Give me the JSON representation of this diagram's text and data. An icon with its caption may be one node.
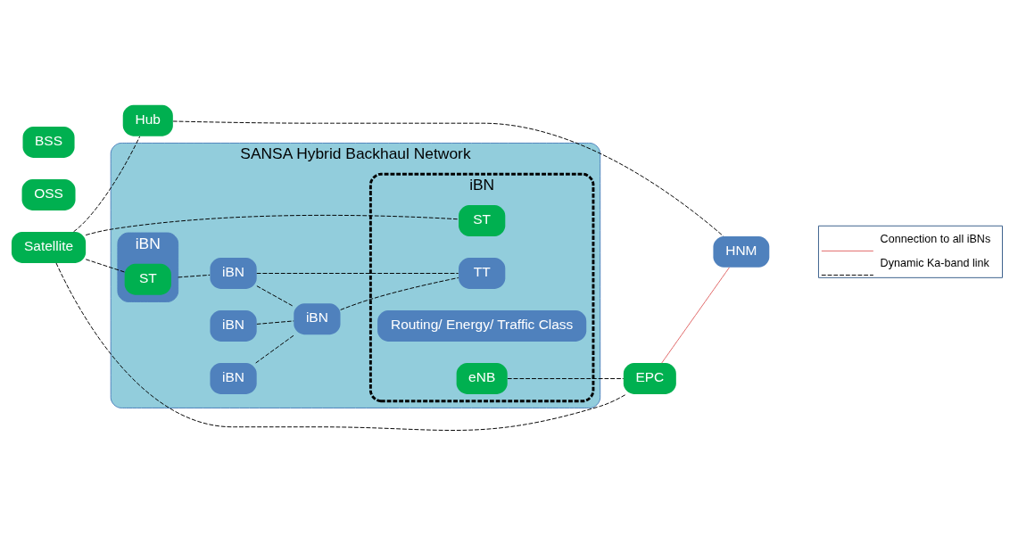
{
  "diagram": {
    "nodes": [
      {
        "text": [
          "Satellite"
        ]
      },
      {
        "text": [
          "OSS"
        ]
      },
      {
        "text": [
          "BSS"
        ]
      },
      {
        "text": [
          "Hub"
        ]
      },
      {
        "text": [
          "SANSA Hybrid Backhaul Network"
        ]
      },
      {
        "text": [
          "iBN"
        ],
        "in": 4
      },
      {
        "text": [
          "ST"
        ],
        "in": 5
      },
      {
        "text": [
          "iBN"
        ],
        "in": 4
      },
      {
        "text": [
          "iBN"
        ],
        "in": 4
      },
      {
        "text": [
          "iBN"
        ],
        "in": 4
      },
      {
        "text": [
          "iBN"
        ],
        "in": 4
      },
      {
        "text": [
          "iBN"
        ],
        "in": 4
      },
      {
        "text": [
          "ST"
        ],
        "in": 11
      },
      {
        "text": [
          "TT"
        ],
        "in": 11
      },
      {
        "text": [
          "Routing/ Energy/ Traffic Class"
        ],
        "in": 11
      },
      {
        "text": [
          "eNB"
        ],
        "in": 11
      },
      {
        "text": [
          "EPC"
        ]
      },
      {
        "text": [
          "HNM"
        ]
      }
    ],
    "edges": [
      {
        "from": 0,
        "to": 6,
        "arrow": "none",
        "style": "dashed"
      },
      {
        "from": 0,
        "to": 12,
        "arrow": "none",
        "style": "dashed"
      },
      {
        "from": 0,
        "to": 16,
        "arrow": "none",
        "style": "dashed"
      },
      {
        "from": 0,
        "to": 3,
        "arrow": "none",
        "style": "dashed"
      },
      {
        "from": 3,
        "to": 17,
        "arrow": "none",
        "style": "dashed"
      },
      {
        "from": 5,
        "to": 7,
        "arrow": "none",
        "style": "dashed"
      },
      {
        "from": 7,
        "to": 9,
        "arrow": "none",
        "style": "dashed"
      },
      {
        "from": 7,
        "to": 13,
        "arrow": "none",
        "style": "dashed"
      },
      {
        "from": 8,
        "to": 9,
        "arrow": "none",
        "style": "dashed"
      },
      {
        "from": 9,
        "to": 13,
        "arrow": "none",
        "style": "dashed"
      },
      {
        "from": 10,
        "to": 9,
        "arrow": "none",
        "style": "dashed"
      },
      {
        "from": 15,
        "to": 16,
        "arrow": "none",
        "style": "dashed"
      },
      {
        "from": 16,
        "to": 17,
        "arrow": "none",
        "color": "#e06666"
      }
    ],
    "legend": [
      {
        "text": "Connection to all iBNs"
      },
      {
        "text": "Dynamic Ka-band link"
      }
    ]
  }
}
